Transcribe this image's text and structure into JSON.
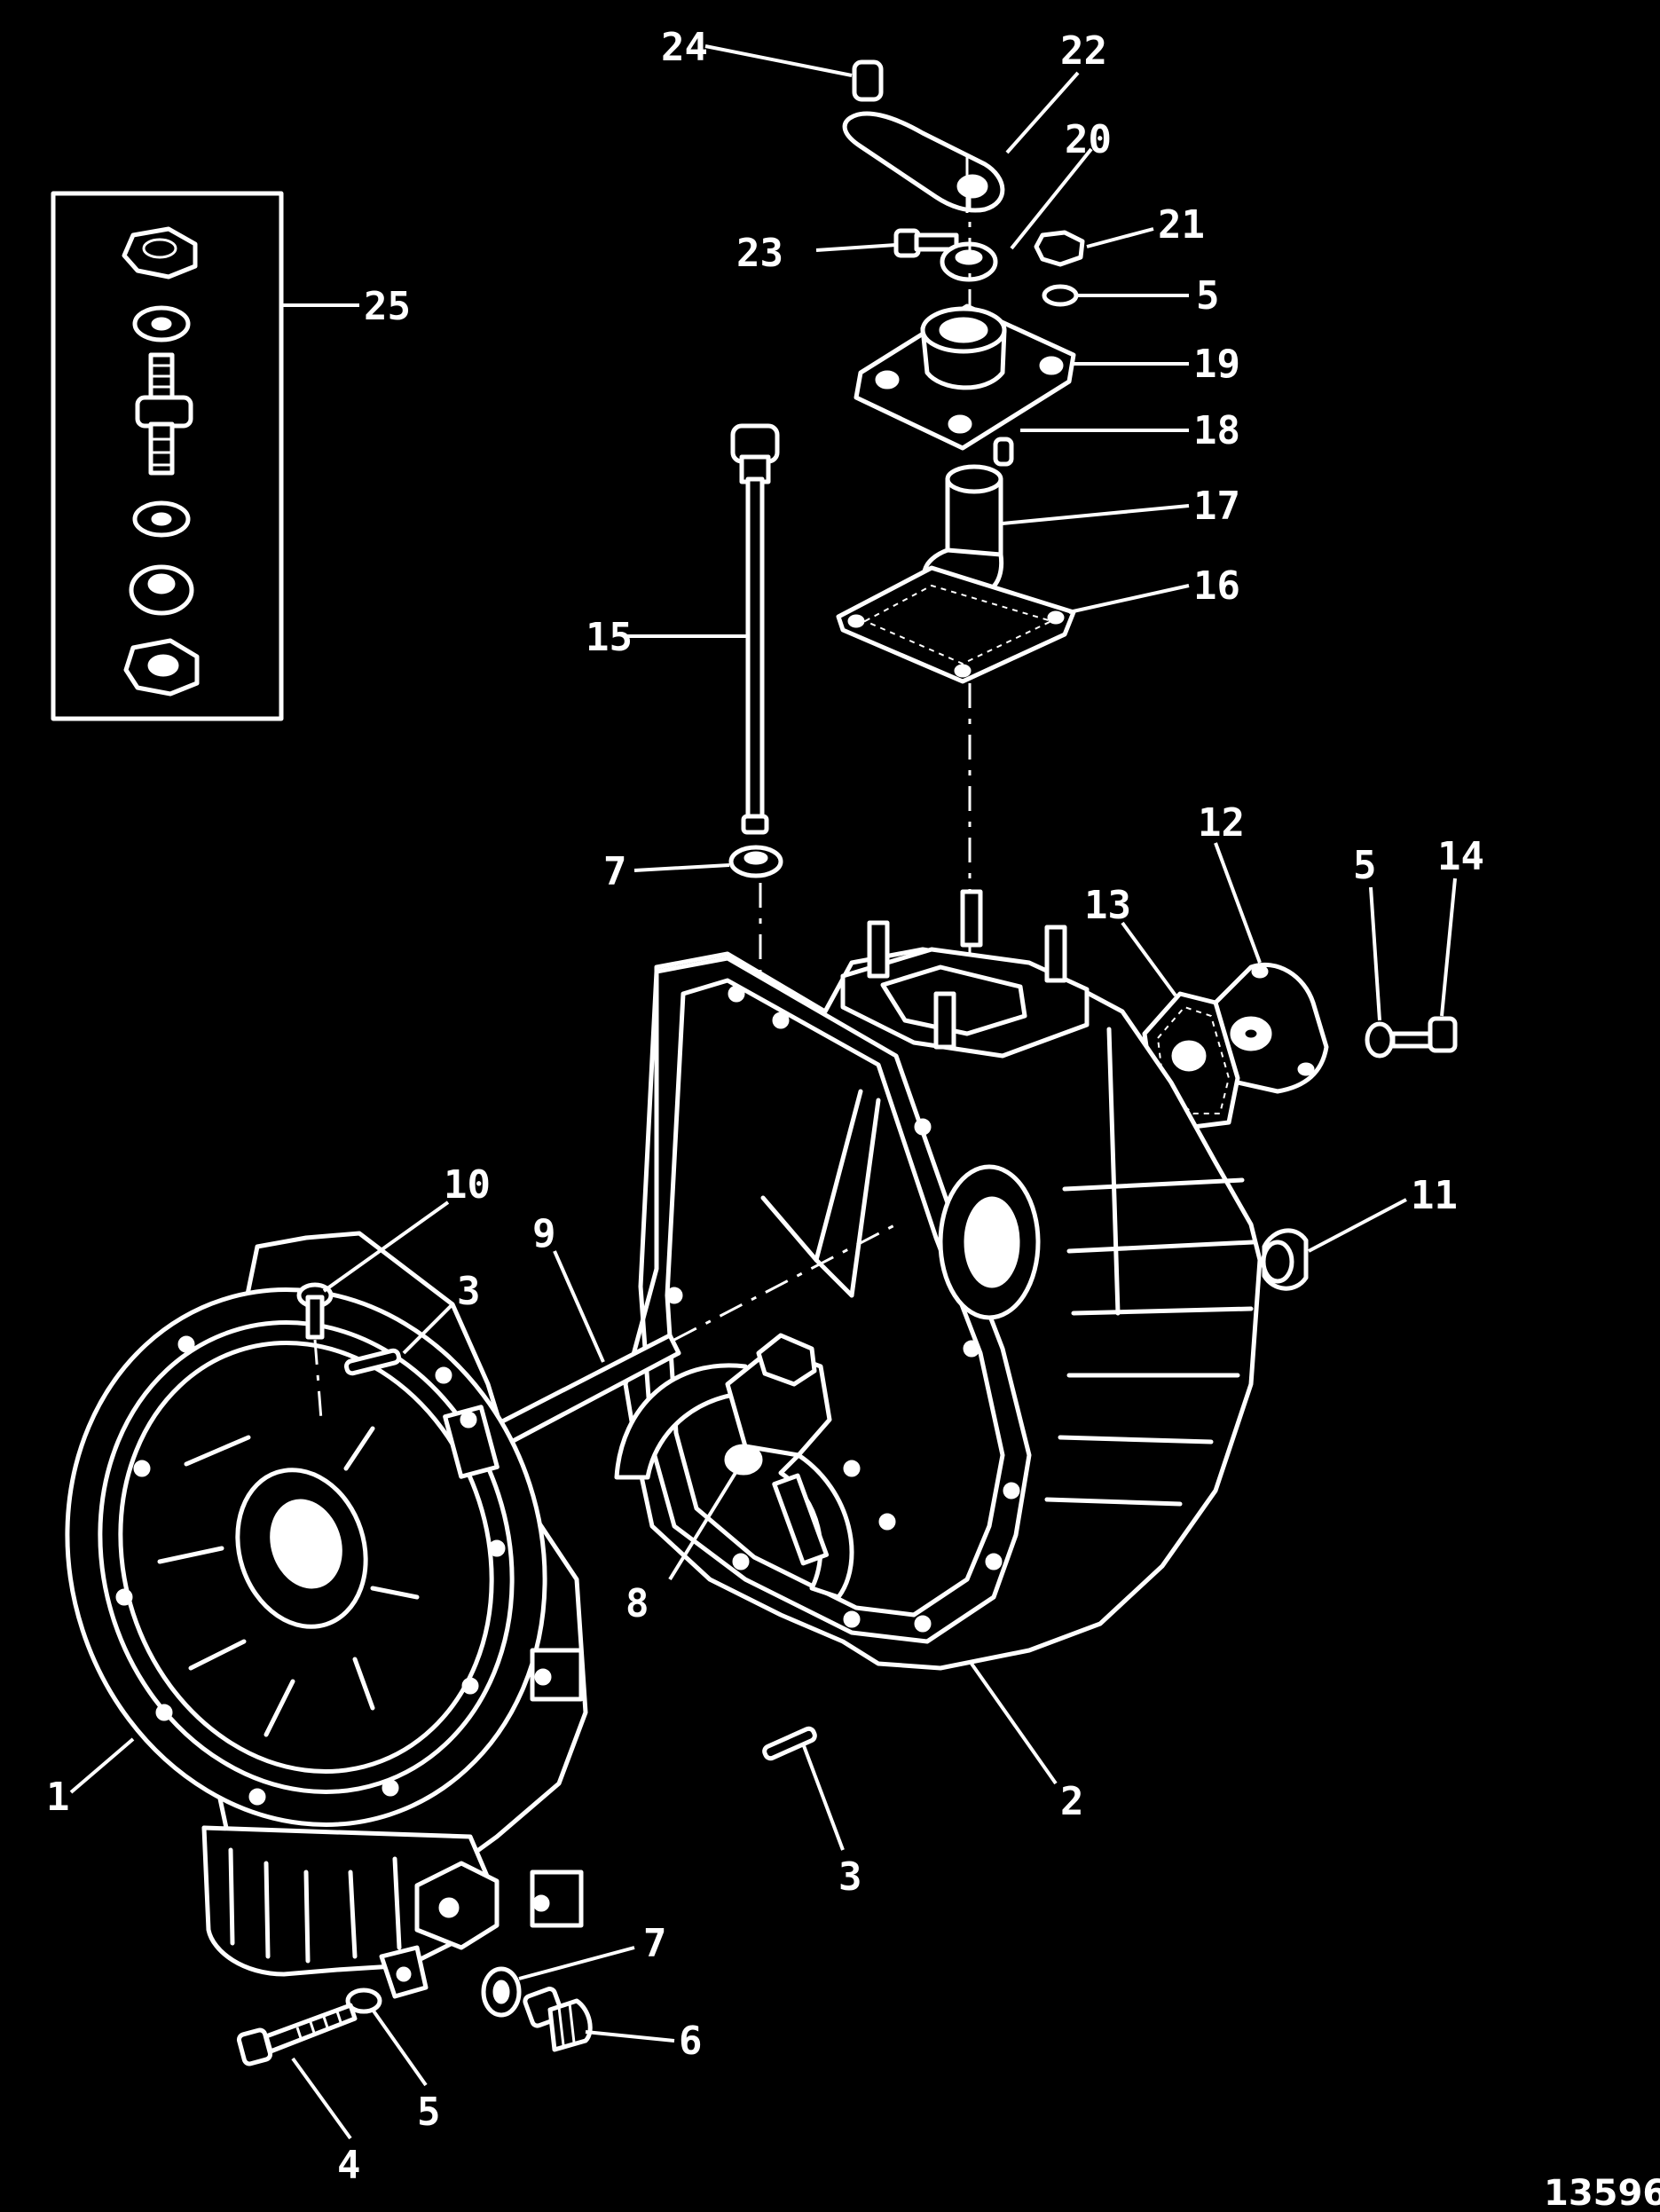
{
  "figure_number": "13596",
  "callouts": [
    "1",
    "2",
    "3",
    "3",
    "4",
    "5",
    "5",
    "5",
    "6",
    "7",
    "7",
    "8",
    "9",
    "10",
    "11",
    "12",
    "13",
    "14",
    "15",
    "16",
    "17",
    "18",
    "19",
    "20",
    "21",
    "22",
    "23",
    "24",
    "25"
  ],
  "colors": {
    "background": "#000000",
    "ink": "#ffffff"
  }
}
